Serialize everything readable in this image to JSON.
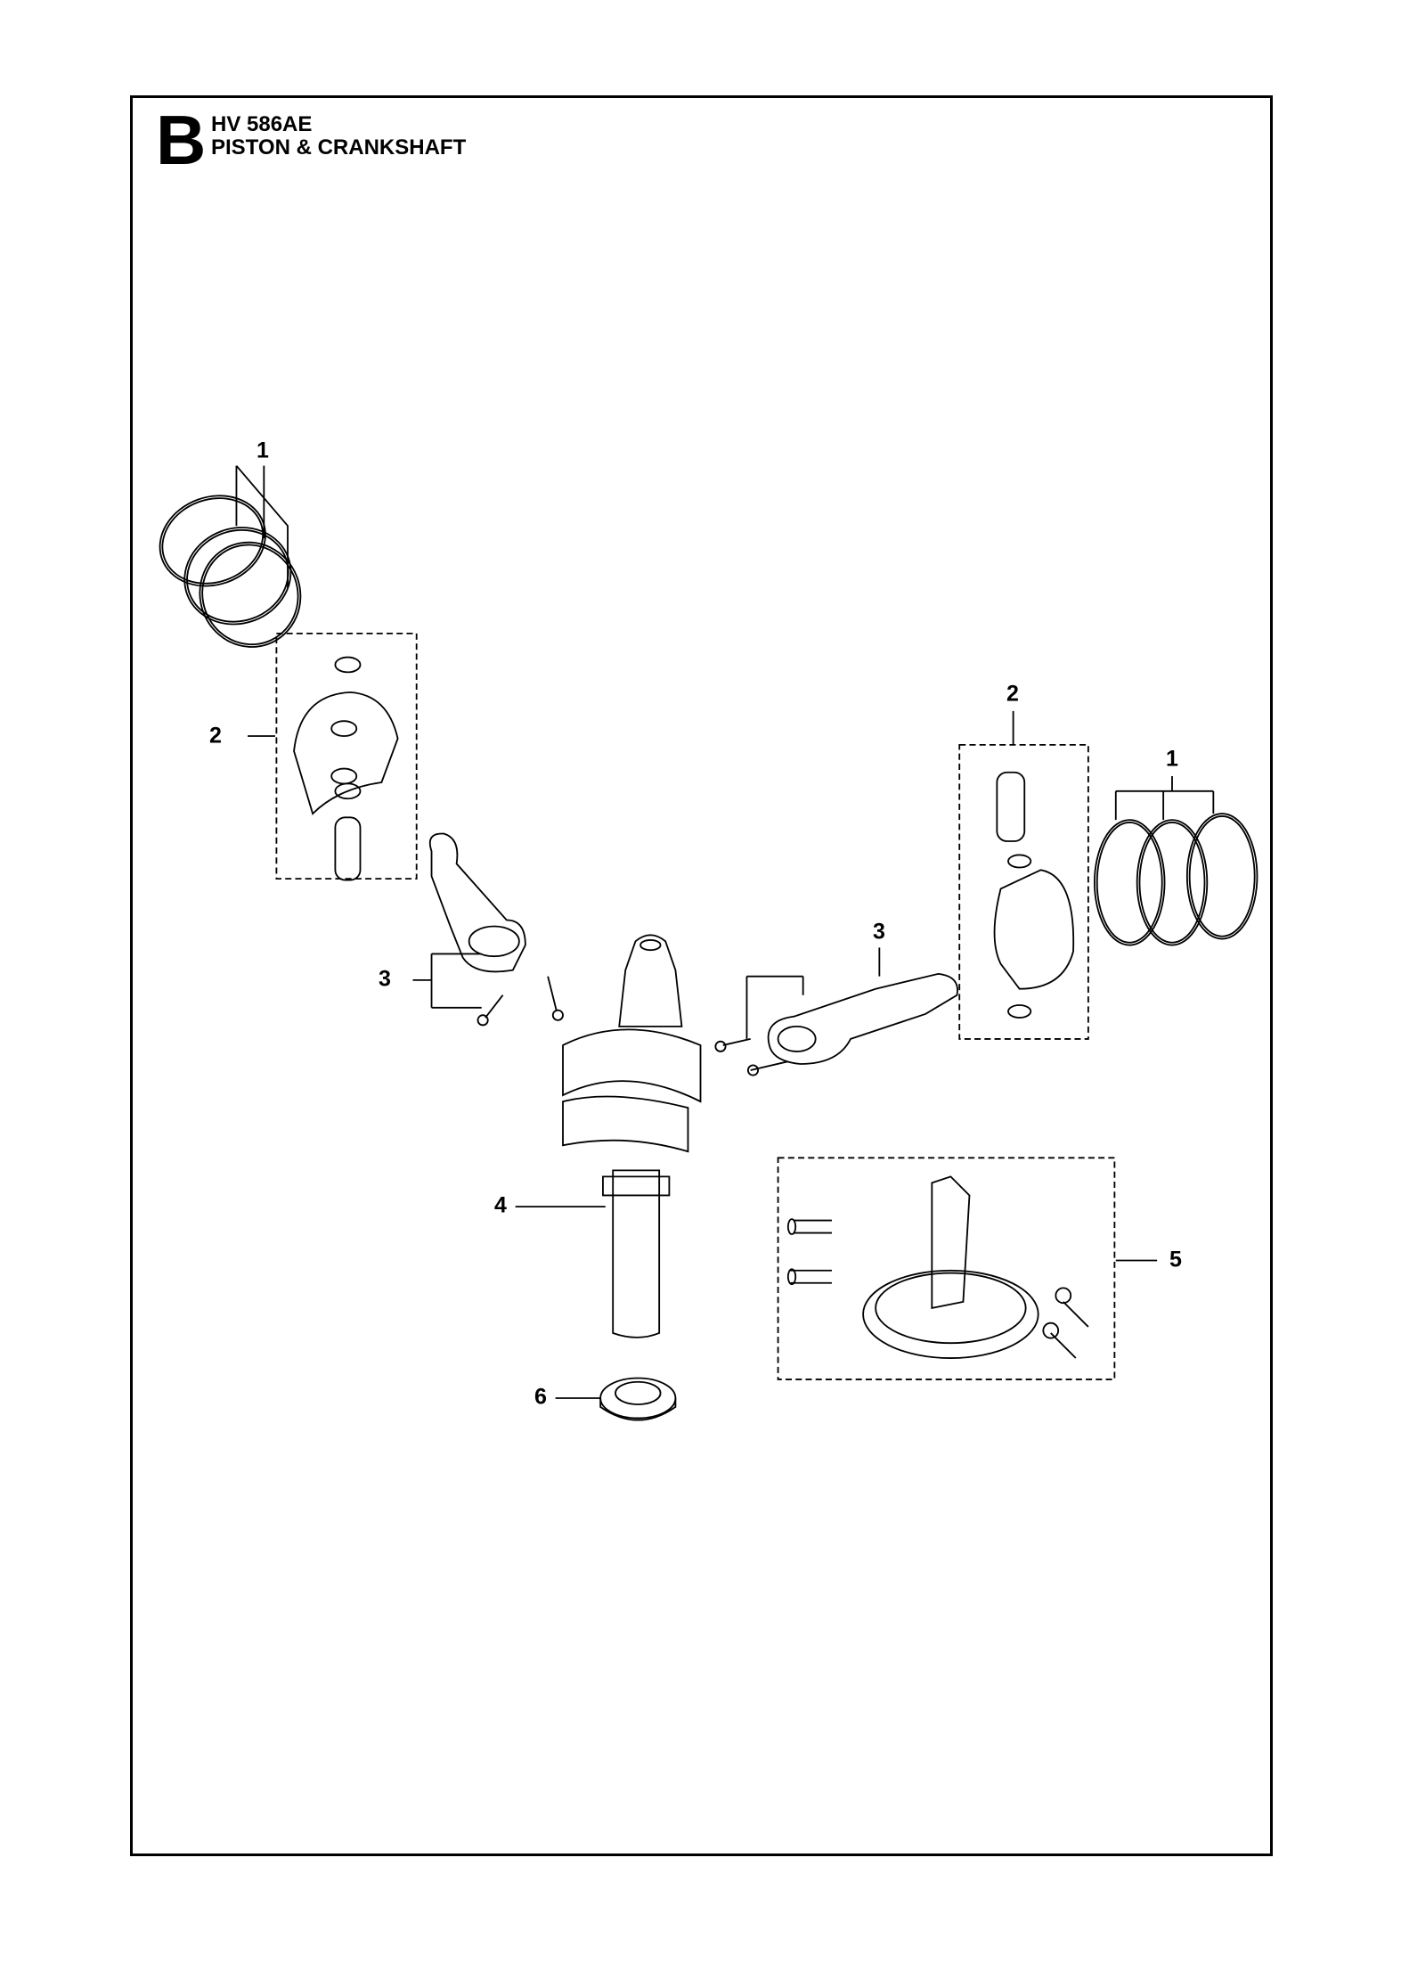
{
  "header": {
    "section_letter": "B",
    "model": "HV 586AE",
    "title": "PISTON & CRANKSHAFT"
  },
  "callouts": [
    {
      "id": "ring-left",
      "label": "1"
    },
    {
      "id": "piston-left",
      "label": "2"
    },
    {
      "id": "conrod-left",
      "label": "3"
    },
    {
      "id": "crankshaft",
      "label": "4"
    },
    {
      "id": "camshaft",
      "label": "5"
    },
    {
      "id": "seal",
      "label": "6"
    },
    {
      "id": "piston-right",
      "label": "2"
    },
    {
      "id": "ring-right",
      "label": "1"
    },
    {
      "id": "conrod-right",
      "label": "3"
    }
  ]
}
